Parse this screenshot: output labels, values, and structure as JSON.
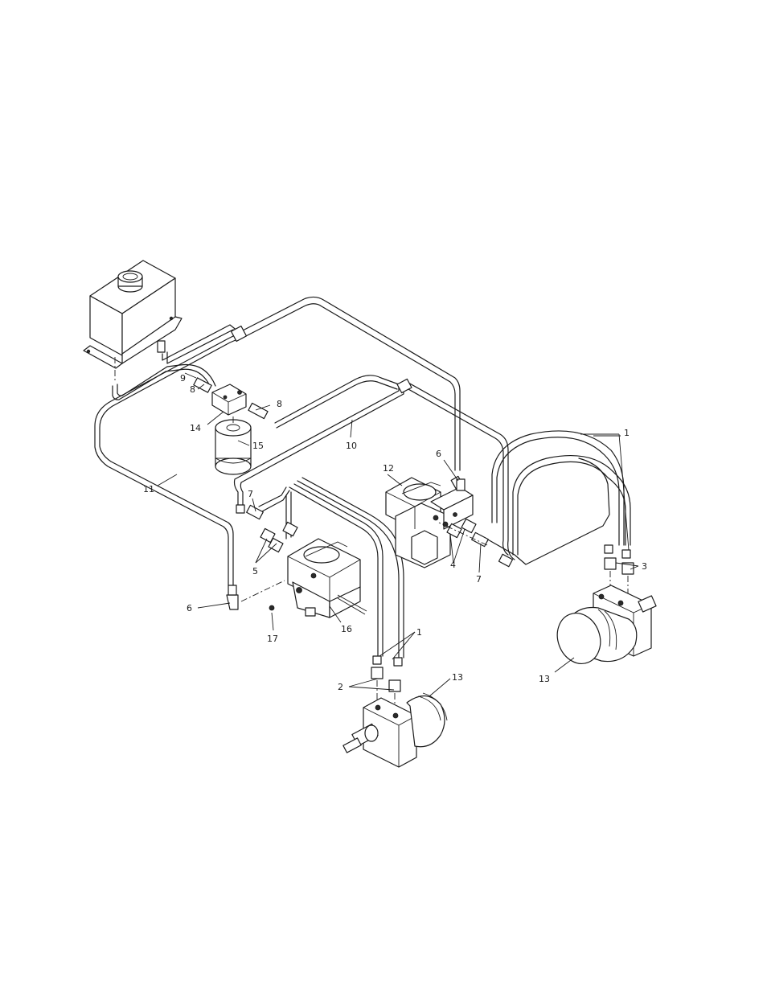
{
  "callouts": {
    "c1_right": "1",
    "c1_left": "1",
    "c2": "2",
    "c3": "3",
    "c4": "4",
    "c5": "5",
    "c6_top": "6",
    "c6_left": "6",
    "c7_left": "7",
    "c7_right": "7",
    "c8_top": "8",
    "c8_bottom": "8",
    "c9": "9",
    "c10": "10",
    "c11": "11",
    "c12": "12",
    "c13_left": "13",
    "c13_right": "13",
    "c14": "14",
    "c15": "15",
    "c16": "16",
    "c17": "17"
  }
}
